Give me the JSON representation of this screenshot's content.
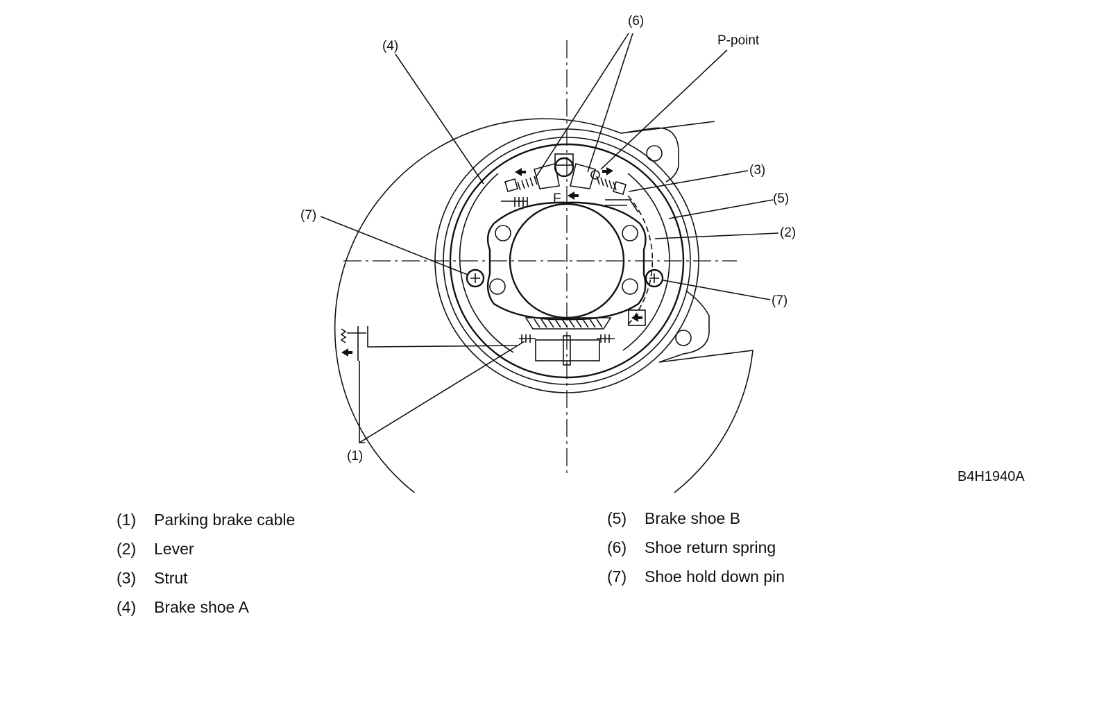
{
  "diagram": {
    "callouts": {
      "c1": "(1)",
      "c2": "(2)",
      "c3": "(3)",
      "c4": "(4)",
      "c5": "(5)",
      "c6": "(6)",
      "c7a": "(7)",
      "c7b": "(7)",
      "p_point": "P-point"
    },
    "figure_id": "B4H1940A"
  },
  "legend": {
    "left": [
      {
        "num": "(1)",
        "label": "Parking brake cable"
      },
      {
        "num": "(2)",
        "label": "Lever"
      },
      {
        "num": "(3)",
        "label": "Strut"
      },
      {
        "num": "(4)",
        "label": "Brake shoe A"
      }
    ],
    "right": [
      {
        "num": "(5)",
        "label": "Brake shoe B"
      },
      {
        "num": "(6)",
        "label": "Shoe return spring"
      },
      {
        "num": "(7)",
        "label": "Shoe hold down pin"
      }
    ]
  }
}
